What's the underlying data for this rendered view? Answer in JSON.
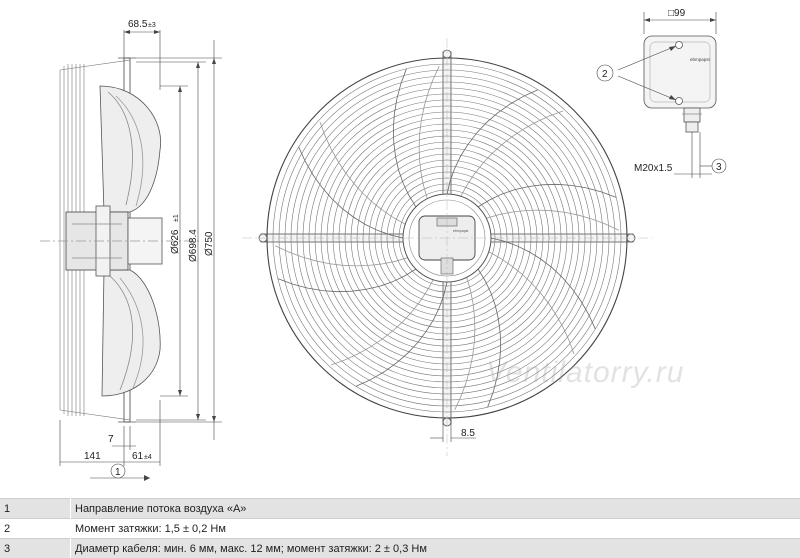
{
  "drawing": {
    "side_view": {
      "dim_top": "68.5",
      "dim_top_tol": "±3",
      "dim_626": "Ø626",
      "dim_626_tol": "±1",
      "dim_698": "Ø698.4",
      "dim_750": "Ø750",
      "dim_7": "7",
      "dim_141": "141",
      "dim_61": "61",
      "dim_61_tol": "±4",
      "callout_1": "1"
    },
    "front_view": {
      "dim_85": "8.5",
      "label_small": "ebmpapst"
    },
    "terminal_box": {
      "dim_99": "□99",
      "callout_2": "2",
      "callout_3": "3",
      "thread": "M20x1.5",
      "logo": "ebmpapst"
    },
    "watermark": "Ventilatorry.ru",
    "colors": {
      "line": "#555555",
      "bg": "#ffffff",
      "row_grey": "#e3e3e3"
    }
  },
  "notes": [
    {
      "num": "1",
      "text": "Направление потока воздуха «А»"
    },
    {
      "num": "2",
      "text": "Момент затяжки: 1,5 ± 0,2 Нм"
    },
    {
      "num": "3",
      "text": "Диаметр кабеля: мин. 6 мм, макс. 12 мм; момент затяжки: 2 ± 0,3 Нм"
    }
  ]
}
